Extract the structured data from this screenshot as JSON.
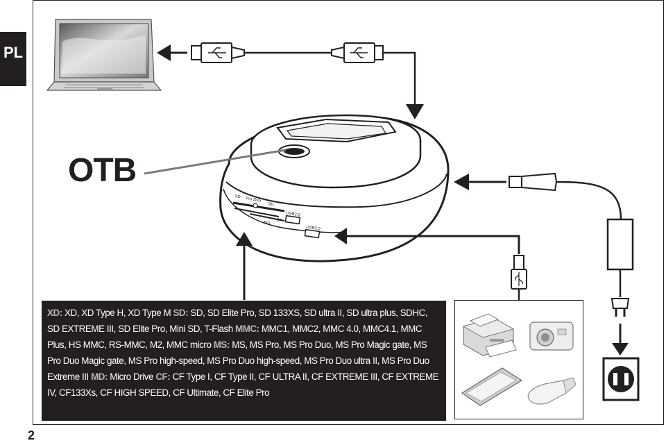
{
  "side_tab": {
    "label": "PL"
  },
  "page_number": "2",
  "otb": {
    "label": "OTB"
  },
  "dock": {
    "slot_labels": {
      "xd": "XD",
      "ms_pro_duo": "Pro Duo",
      "sd": "SD",
      "cf": "CF",
      "ms": "MS",
      "usb_port_1": "USB2.0",
      "usb_port_2": "USB2.0"
    }
  },
  "specs": [
    {
      "label": "XD:",
      "text": "XD, XD Type H, XD Type M"
    },
    {
      "label": "SD:",
      "text": "SD, SD Elite Pro, SD 133XS, SD ultra II, SD ultra plus, SDHC, SD EXTREME III, SD Elite Pro, Mini SD, T-Flash"
    },
    {
      "label": "MMC:",
      "text": "MMC1, MMC2, MMC 4.0, MMC4.1, MMC Plus, HS MMC, RS-MMC, M2, MMC micro"
    },
    {
      "label": "MS:",
      "text": "MS, MS Pro, MS Pro Duo, MS Pro Magic gate, MS Pro Duo Magic gate, MS Pro high-speed, MS Pro Duo high-speed, MS Pro Duo ultra II, MS Pro Duo Extreme III"
    },
    {
      "label": "MD:",
      "text": "Micro Drive"
    },
    {
      "label": "CF:",
      "text": "CF Type I, CF Type II, CF ULTRA II, CF EXTREME III, CF EXTREME IV, CF133Xs, CF HIGH SPEED, CF Ultimate, CF Elite Pro"
    }
  ],
  "icons": [
    "laptop-icon",
    "usb-cable-icon",
    "card-reader-dock-icon",
    "power-adapter-icon",
    "power-socket-icon",
    "printer-icon",
    "camera-icon",
    "external-drive-icon",
    "usb-flash-drive-icon"
  ],
  "colors": {
    "ink": "#231f20",
    "label_grey": "#b7b7b7"
  }
}
